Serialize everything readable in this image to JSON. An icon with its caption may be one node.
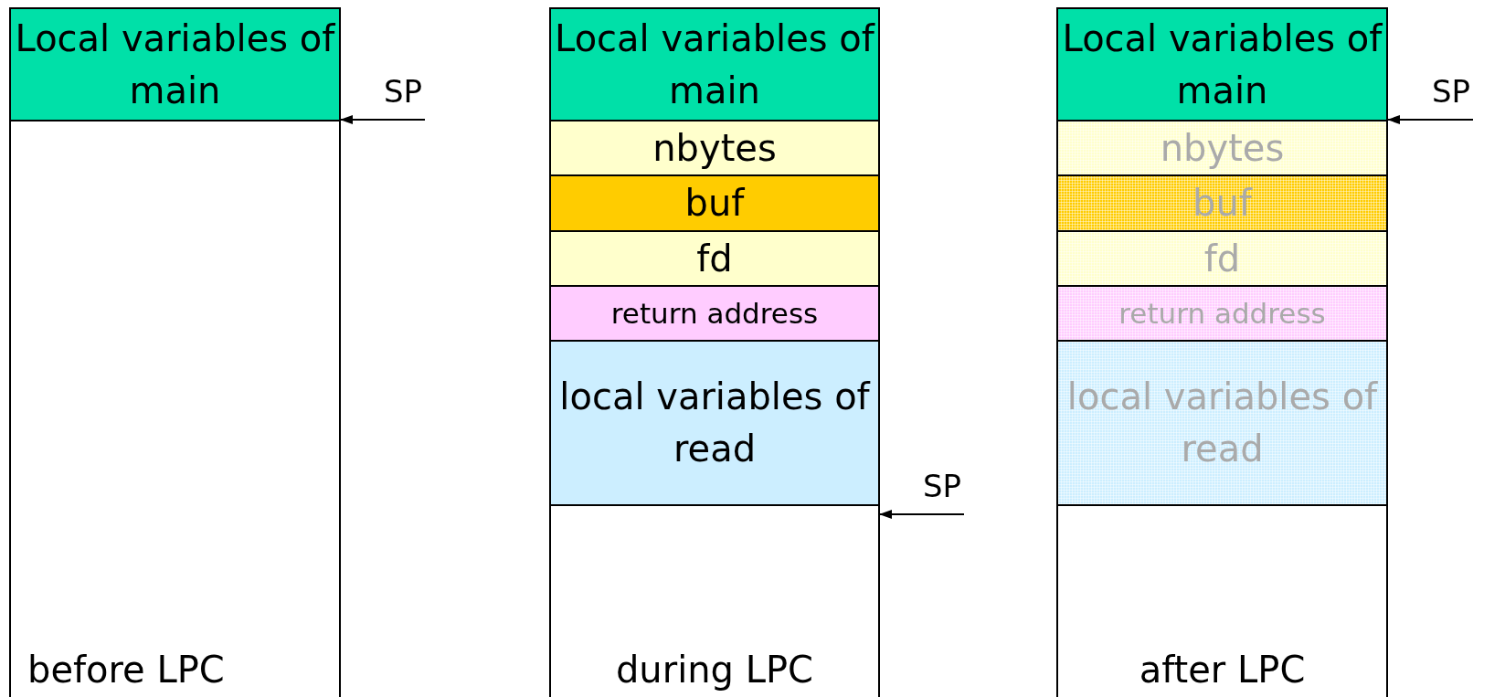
{
  "diagram": {
    "nodes": [
      {
        "text": [
          "before LPC"
        ]
      },
      {
        "text": [
          "Local variables of main"
        ],
        "in": 0
      },
      {
        "text": [
          "SP"
        ]
      },
      {
        "text": [
          "during LPC"
        ]
      },
      {
        "text": [
          "Local variables of main"
        ],
        "in": 3
      },
      {
        "text": [
          "nbytes"
        ],
        "in": 3
      },
      {
        "text": [
          "buf"
        ],
        "in": 3
      },
      {
        "text": [
          "fd"
        ],
        "in": 3
      },
      {
        "text": [
          "return address"
        ],
        "in": 3
      },
      {
        "text": [
          "local variables of read"
        ],
        "in": 3
      },
      {
        "text": [
          "SP"
        ]
      },
      {
        "text": [
          "after LPC"
        ]
      },
      {
        "text": [
          "Local variables of main"
        ],
        "in": 11
      },
      {
        "text": [
          "nbytes"
        ],
        "in": 11
      },
      {
        "text": [
          "buf"
        ],
        "in": 11
      },
      {
        "text": [
          "fd"
        ],
        "in": 11
      },
      {
        "text": [
          "return address"
        ],
        "in": 11
      },
      {
        "text": [
          "local variables of read"
        ],
        "in": 11
      },
      {
        "text": [
          "SP"
        ]
      }
    ],
    "edges": [
      {
        "from": 2,
        "to": 0,
        "arrow": "to"
      },
      {
        "from": 10,
        "to": 3,
        "arrow": "to"
      },
      {
        "from": 18,
        "to": 11,
        "arrow": "to"
      }
    ]
  }
}
